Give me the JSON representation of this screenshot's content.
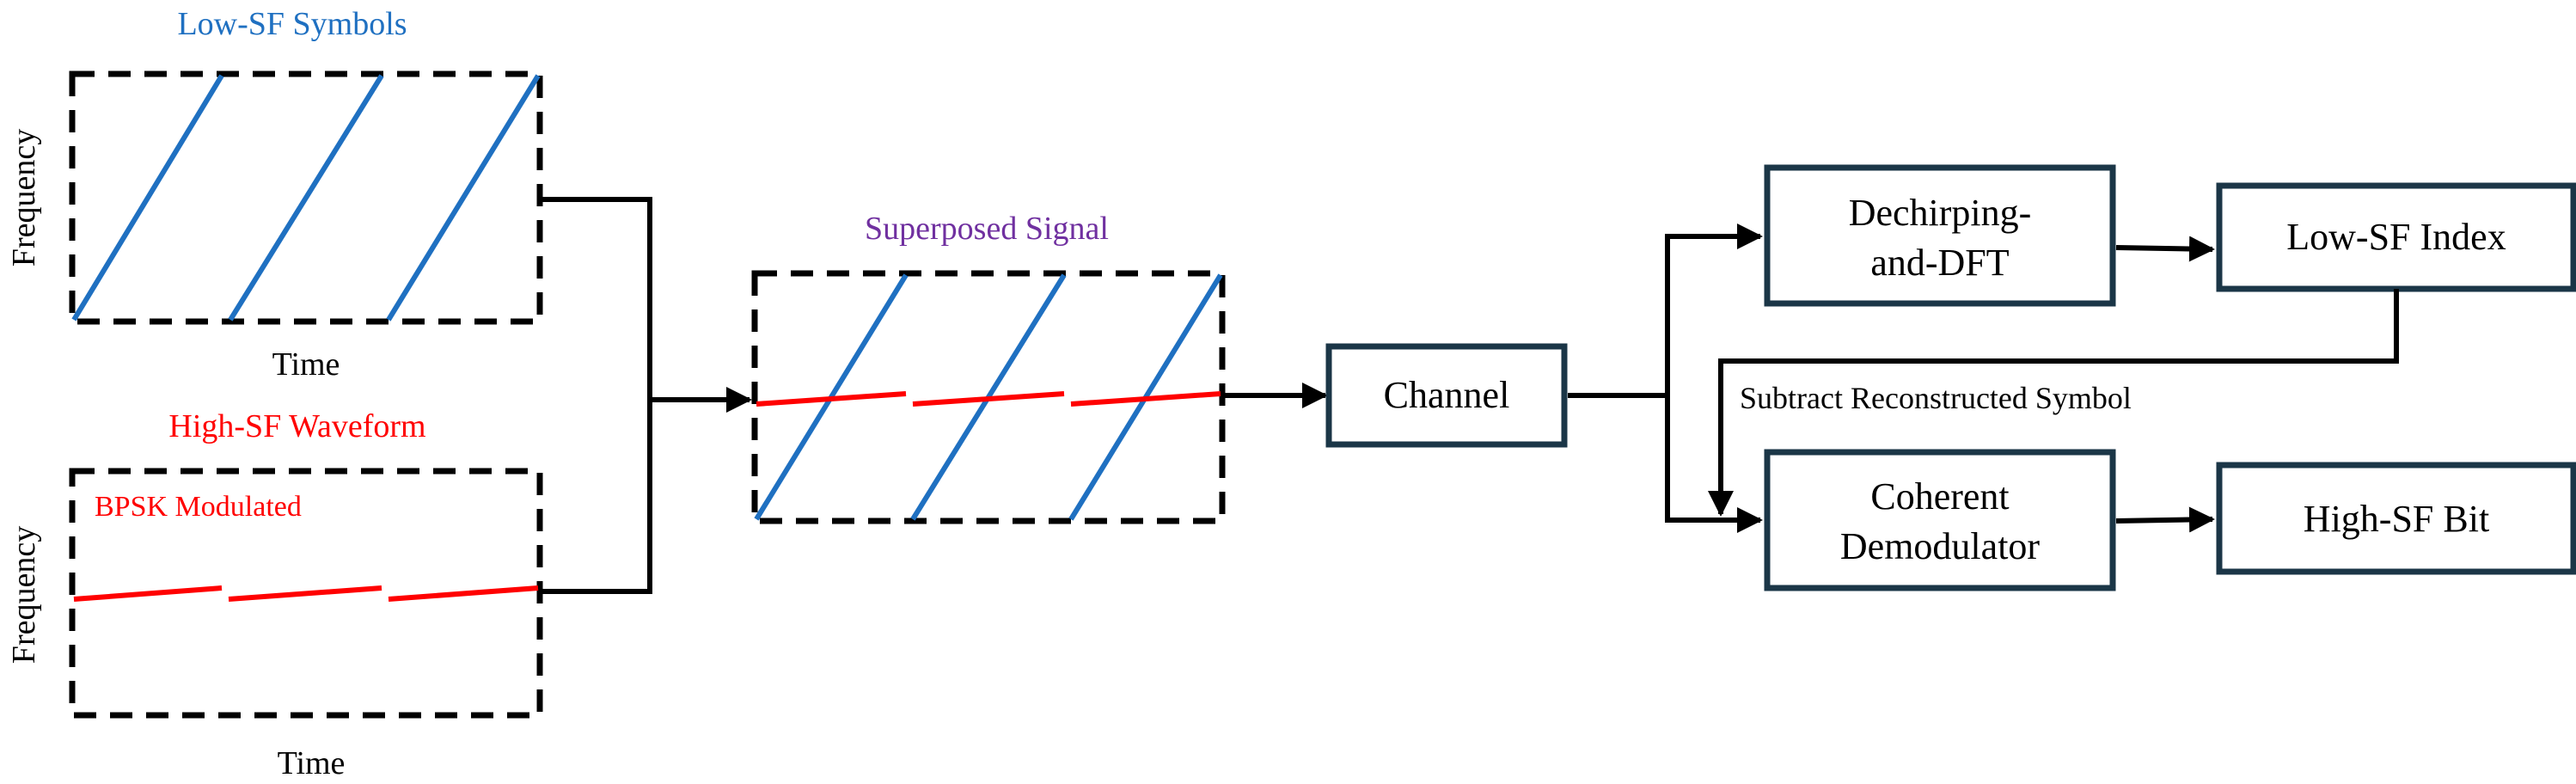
{
  "colors": {
    "blue": "#1f70c1",
    "red": "#ff0000",
    "purple": "#7030a0",
    "box_stroke": "#1b3647",
    "line": "#000000",
    "text": "#000000"
  },
  "low_sf_panel": {
    "title": "Low-SF Symbols",
    "y_axis_label": "Frequency",
    "x_axis_label": "Time"
  },
  "high_sf_panel": {
    "title": "High-SF Waveform",
    "subtitle": "BPSK Modulated",
    "y_axis_label": "Frequency",
    "x_axis_label": "Time"
  },
  "superposed_panel": {
    "title": "Superposed Signal"
  },
  "blocks": {
    "channel": "Channel",
    "dechirp_line1": "Dechirping-",
    "dechirp_line2": "and-DFT",
    "low_sf_index": "Low-SF Index",
    "coherent_line1": "Coherent",
    "coherent_line2": "Demodulator",
    "high_sf_bit": "High-SF Bit"
  },
  "feedback_label": "Subtract Reconstructed Symbol"
}
